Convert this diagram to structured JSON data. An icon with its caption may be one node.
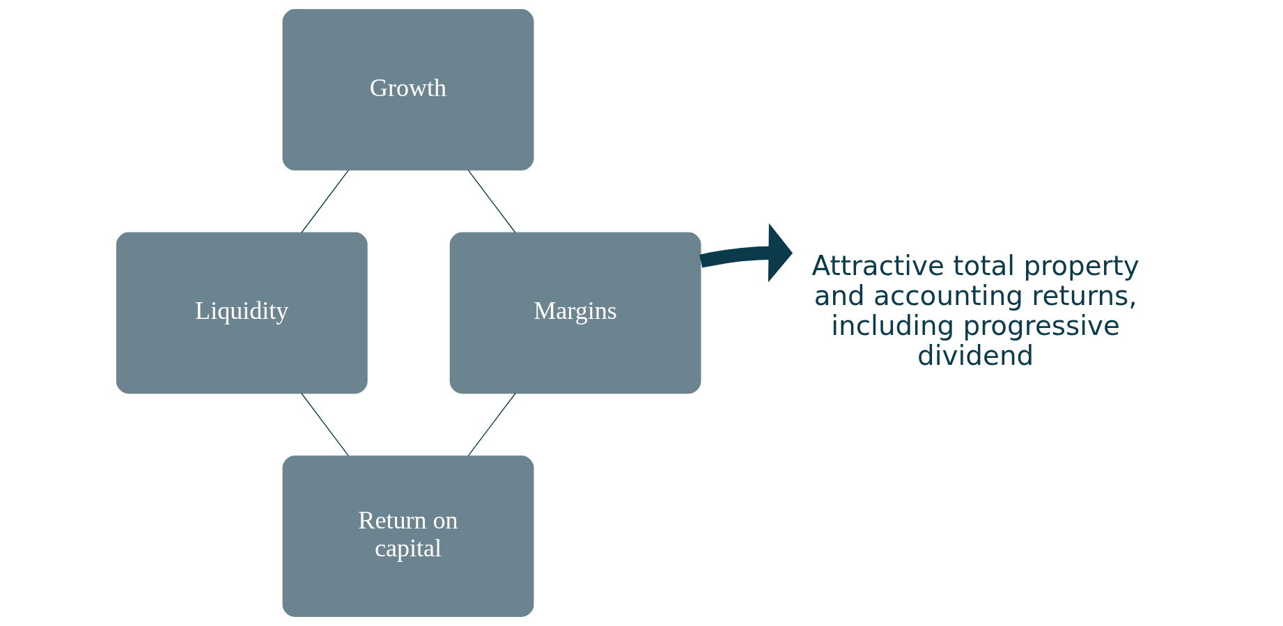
{
  "diagram": {
    "nodes": [
      {
        "text": [
          "Growth"
        ]
      },
      {
        "text": [
          "Liquidity"
        ]
      },
      {
        "text": [
          "Margins"
        ]
      },
      {
        "text": [
          "Attractive total property and accounting returns, including progressive dividend"
        ]
      },
      {
        "text": [
          "Return on capital"
        ]
      }
    ],
    "edges": [
      {
        "from": 0,
        "to": 2,
        "arrow": "none"
      },
      {
        "from": 2,
        "to": 4,
        "arrow": "none"
      },
      {
        "from": 4,
        "to": 1,
        "arrow": "none"
      },
      {
        "from": 1,
        "to": 0,
        "arrow": "none"
      },
      {
        "from": 2,
        "to": 3,
        "arrow": "to",
        "style": "thick",
        "color": "#0b3a4a"
      }
    ]
  }
}
